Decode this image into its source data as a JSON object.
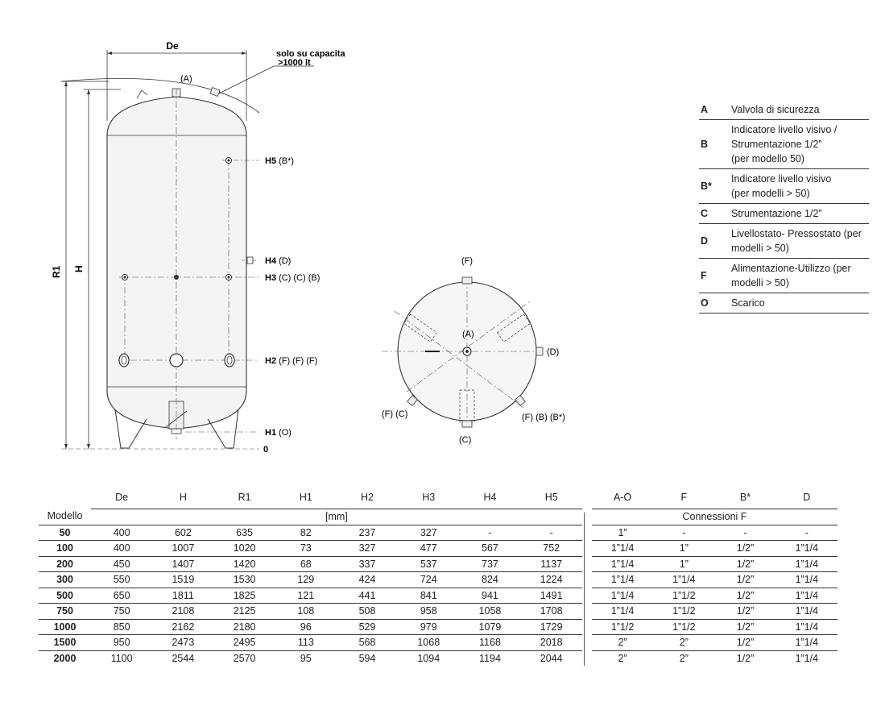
{
  "diagram": {
    "side_view": {
      "label_de": "De",
      "label_r1": "R1",
      "label_h": "H",
      "note_line1": "solo su capacita",
      "note_line2": ">1000 lt",
      "label_a": "(A)",
      "h5": {
        "code": "H5",
        "suffix": "(B*)"
      },
      "h4": {
        "code": "H4",
        "suffix": "(D)"
      },
      "h3": {
        "code": "H3",
        "suffix": "(C) (C) (B)"
      },
      "h2": {
        "code": "H2",
        "suffix": "(F) (F) (F)"
      },
      "h1": {
        "code": "H1",
        "suffix": "(O)"
      },
      "zero": "0"
    },
    "top_view": {
      "label_f_top": "(F)",
      "label_a": "(A)",
      "label_d": "(D)",
      "label_fc": "(F) (C)",
      "label_fbb": "(F) (B) (B*)",
      "label_c": "(C)"
    }
  },
  "legend": [
    {
      "key": "A",
      "text": [
        "Valvola di sicurezza"
      ]
    },
    {
      "key": "B",
      "text": [
        "Indicatore livello visivo /",
        "Strumentazione 1/2”",
        "(per modello 50)"
      ]
    },
    {
      "key": "B*",
      "text": [
        "Indicatore livello visivo",
        "(per modelli > 50)"
      ]
    },
    {
      "key": "C",
      "text": [
        "Strumentazione 1/2”"
      ]
    },
    {
      "key": "D",
      "text": [
        "Livellostato- Pressostato (per",
        "modelli > 50)"
      ]
    },
    {
      "key": "F",
      "text": [
        "Alimentazione-Utilizzo (per",
        "modelli > 50)"
      ]
    },
    {
      "key": "O",
      "text": [
        " Scarico"
      ]
    }
  ],
  "table": {
    "model_header": "Modello",
    "dim_headers": [
      "De",
      "H",
      "R1",
      "H1",
      "H2",
      "H3",
      "H4",
      "H5"
    ],
    "conn_headers": [
      "A-O",
      "F",
      "B*",
      "D"
    ],
    "unit_label": "[mm]",
    "conn_label": "Connessioni F",
    "rows": [
      {
        "model": "50",
        "dims": [
          "400",
          "602",
          "635",
          "82",
          "237",
          "327",
          "-",
          "-"
        ],
        "conn": [
          "1”",
          "-",
          "-",
          "-"
        ]
      },
      {
        "model": "100",
        "dims": [
          "400",
          "1007",
          "1020",
          "73",
          "327",
          "477",
          "567",
          "752"
        ],
        "conn": [
          "1”1/4",
          "1”",
          "1/2”",
          "1”1/4"
        ]
      },
      {
        "model": "200",
        "dims": [
          "450",
          "1407",
          "1420",
          "68",
          "337",
          "537",
          "737",
          "1137"
        ],
        "conn": [
          "1”1/4",
          "1”",
          "1/2”",
          "1”1/4"
        ]
      },
      {
        "model": "300",
        "dims": [
          "550",
          "1519",
          "1530",
          "129",
          "424",
          "724",
          "824",
          "1224"
        ],
        "conn": [
          "1”1/4",
          "1”1/4",
          "1/2”",
          "1”1/4"
        ]
      },
      {
        "model": "500",
        "dims": [
          "650",
          "1811",
          "1825",
          "121",
          "441",
          "841",
          "941",
          "1491"
        ],
        "conn": [
          "1”1/4",
          "1”1/2",
          "1/2”",
          "1”1/4"
        ]
      },
      {
        "model": "750",
        "dims": [
          "750",
          "2108",
          "2125",
          "108",
          "508",
          "958",
          "1058",
          "1708"
        ],
        "conn": [
          "1”1/4",
          "1”1/2",
          "1/2”",
          "1”1/4"
        ]
      },
      {
        "model": "1000",
        "dims": [
          "850",
          "2162",
          "2180",
          "96",
          "529",
          "979",
          "1079",
          "1729"
        ],
        "conn": [
          "1”1/2",
          "1”1/2",
          "1/2”",
          "1”1/4"
        ]
      },
      {
        "model": "1500",
        "dims": [
          "950",
          "2473",
          "2495",
          "113",
          "568",
          "1068",
          "1168",
          "2018"
        ],
        "conn": [
          "2”",
          "2”",
          "1/2”",
          "1”1/4"
        ]
      },
      {
        "model": "2000",
        "dims": [
          "1100",
          "2544",
          "2570",
          "95",
          "594",
          "1094",
          "1194",
          "2044"
        ],
        "conn": [
          "2”",
          "2”",
          "1/2”",
          "1”1/4"
        ]
      }
    ]
  }
}
